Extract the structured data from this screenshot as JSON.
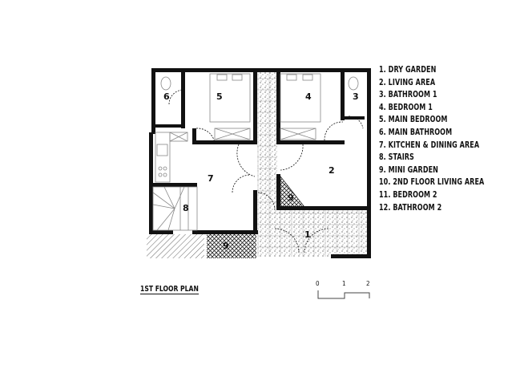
{
  "legend": [
    "1. DRY GARDEN",
    "2. LIVING AREA",
    "3. BATHROOM 1",
    "4. BEDROOM 1",
    "5. MAIN BEDROOM",
    "6. MAIN BATHROOM",
    "7. KITCHEN & DINING AREA",
    "8. STAIRS",
    "9. MINI GARDEN",
    "10. 2ND FLOOR LIVING AREA",
    "11. BEDROOM 2",
    "12. BATHROOM 2"
  ],
  "room_labels": {
    "r1": "1",
    "r2": "2",
    "r3": "3",
    "r4": "4",
    "r5": "5",
    "r6": "6",
    "r7": "7",
    "r8": "8",
    "r9a": "9",
    "r9b": "9"
  },
  "title": "1ST FLOOR PLAN",
  "scale": {
    "s0": "0",
    "s1": "1",
    "s2": "2"
  }
}
